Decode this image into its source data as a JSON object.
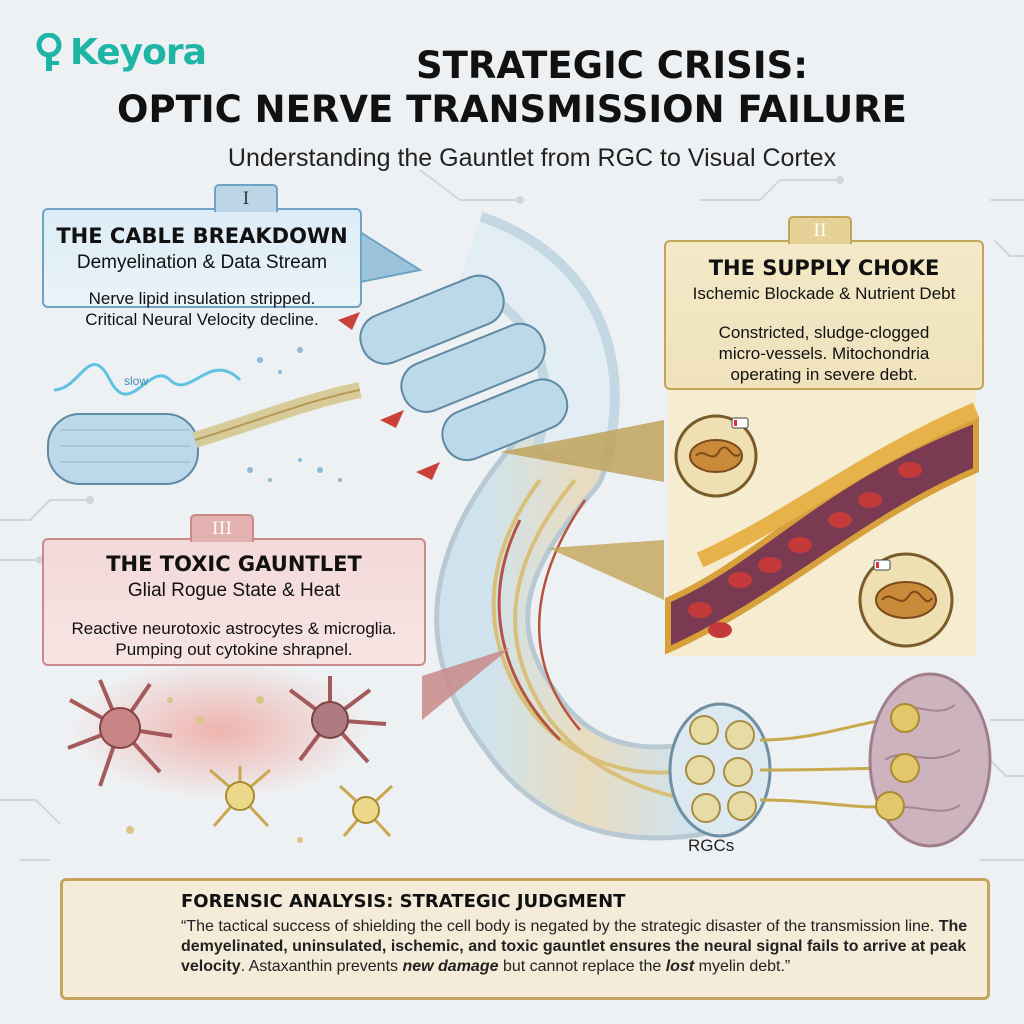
{
  "logo": {
    "text": "Keyora"
  },
  "title": {
    "line1": "STRATEGIC CRISIS:",
    "line2": "OPTIC NERVE TRANSMISSION FAILURE"
  },
  "subtitle": "Understanding the Gauntlet from RGC to Visual Cortex",
  "panels": [
    {
      "numeral": "I",
      "title": "THE CABLE BREAKDOWN",
      "subtitle": "Demyelination & Data Stream",
      "body1": "Nerve lipid insulation stripped.",
      "body2": "Critical Neural Velocity decline.",
      "signal_label": "slow",
      "accent": "#6fa3c6"
    },
    {
      "numeral": "II",
      "title": "THE SUPPLY CHOKE",
      "subtitle": "Ischemic Blockade & Nutrient Debt",
      "body1": "Constricted, sludge-clogged",
      "body2": "micro-vessels. Mitochondria",
      "body3": "operating in severe debt.",
      "accent": "#c3a559"
    },
    {
      "numeral": "III",
      "title": "THE TOXIC GAUNTLET",
      "subtitle": "Glial Rogue State & Heat",
      "body1": "Reactive neurotoxic astrocytes & microglia.",
      "body2": "Pumping out cytokine shrapnel.",
      "accent": "#c98a8a"
    }
  ],
  "rgc_label": "RGCs",
  "footer": {
    "heading": "FORENSIC ANALYSIS: STRATEGIC JUDGMENT",
    "q1": "“The tactical success of shielding the cell body is negated by the strategic disaster of the transmission line. ",
    "q2": "The demyelinated, uninsulated, ischemic, and toxic gauntlet ensures the neural signal fails to arrive at peak velocity",
    "q3": ". Astaxanthin prevents ",
    "q4": "new damage",
    "q5": " but cannot replace the ",
    "q6": "lost",
    "q7": " myelin debt.”"
  },
  "colors": {
    "teal": "#1fb5a6",
    "blue": "#6fa3c6",
    "gold": "#c3a559",
    "rose": "#c98a8a"
  }
}
